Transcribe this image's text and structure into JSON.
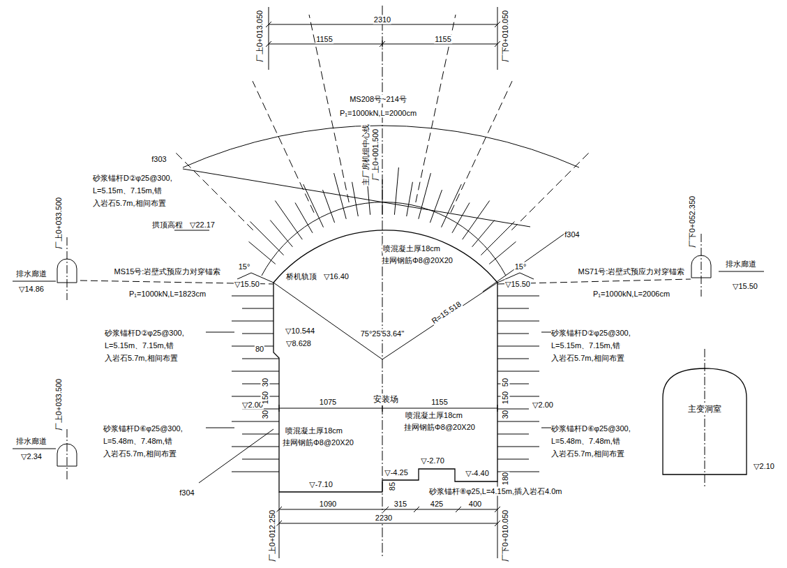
{
  "diagram": {
    "nodes": [
      {
        "text": [
          "安装场"
        ]
      },
      {
        "text": [
          "主变洞室"
        ]
      }
    ],
    "labels": [
      "2310",
      "1155",
      "1155",
      "厂上0+013.050",
      "厂下0+010.050",
      "MS208号~214号",
      "P₁=1000kN,L=2000cm",
      "主厂房机组中心线",
      "厂上0+001.500",
      "f303",
      "砂浆锚杆D②φ25@300, L=5.15m、7.15m,错 入岩石5.7m,相间布置",
      "拱顶高程",
      "▽22.17",
      "喷混凝土厚18cm",
      "挂网钢筋Φ8@20X20",
      "f304",
      "15°",
      "15°",
      "桥机轨顶",
      "▽16.40",
      "MS15号:岩壁式预应力对穿锚索",
      "▽15.50",
      "P₁=1000kN,L=1823cm",
      "MS71号:岩壁式预应力对穿锚索",
      "▽15.50",
      "P₁=1000kN,L=2006cm",
      "排水廊道",
      "▽14.86",
      "厂上0+033.500",
      "厂下0+052.350",
      "排水廊道",
      "▽15.50",
      "厂上0+033.500",
      "排水廊道",
      "▽2.34",
      "▽2.10",
      "▽10.544",
      "▽8.628",
      "80",
      "75°25'53.64''",
      "R=15.518",
      "砂浆锚杆D②φ25@300, L=5.15m、7.15m,错 入岩石5.7m,相间布置",
      "砂浆锚杆D②φ25@300, L=5.15m、7.15m,错 入岩石5.7m,相间布置",
      "▽2.00",
      "▽2.00",
      "1075",
      "1155",
      "30",
      "150",
      "30",
      "50",
      "150",
      "30",
      "砂浆锚杆D⑥φ25@300, L=5.48m、7.48m,错 入岩石5.7m,相间布置",
      "砂浆锚杆D⑥φ25@300, L=5.48m、7.48m,错 入岩石5.7m,相间布置",
      "喷混凝土厚18cm",
      "挂网钢筋Φ8@20X20",
      "喷混凝土厚18cm",
      "挂网钢筋Φ8@20X20",
      "f304",
      "▽-2.70",
      "▽-4.25",
      "▽-4.40",
      "180",
      "▽-7.10",
      "85",
      "砂浆锚杆⑧φ25,L=4.15m,插入岩石4.0m",
      "1090",
      "315",
      "425",
      "400",
      "2230",
      "厂上0+012.250",
      "厂下0+010.050"
    ]
  }
}
